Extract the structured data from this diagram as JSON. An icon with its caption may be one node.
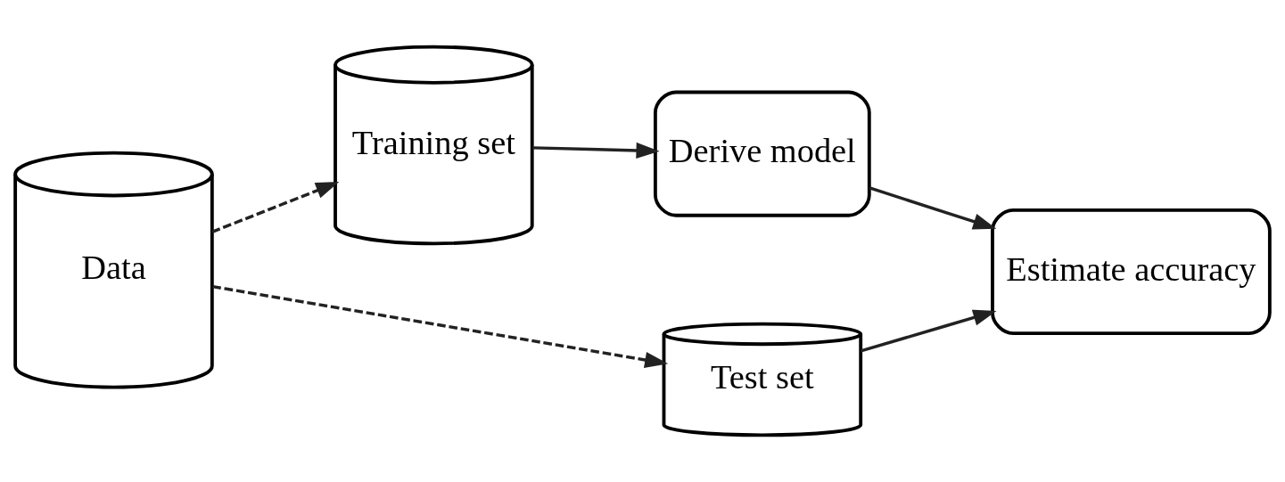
{
  "diagram": {
    "nodes": [
      {
        "text": [
          "Data"
        ]
      },
      {
        "text": [
          "Training set"
        ]
      },
      {
        "text": [
          "Test set"
        ]
      },
      {
        "text": [
          "Derive model"
        ]
      },
      {
        "text": [
          "Estimate accuracy"
        ]
      }
    ],
    "edges": [
      {
        "from": 0,
        "to": 1,
        "arrow": "to",
        "style": "dashed"
      },
      {
        "from": 0,
        "to": 2,
        "arrow": "to",
        "style": "dashed"
      },
      {
        "from": 1,
        "to": 3,
        "arrow": "to"
      },
      {
        "from": 3,
        "to": 4,
        "arrow": "to"
      },
      {
        "from": 2,
        "to": 4,
        "arrow": "to"
      }
    ]
  }
}
